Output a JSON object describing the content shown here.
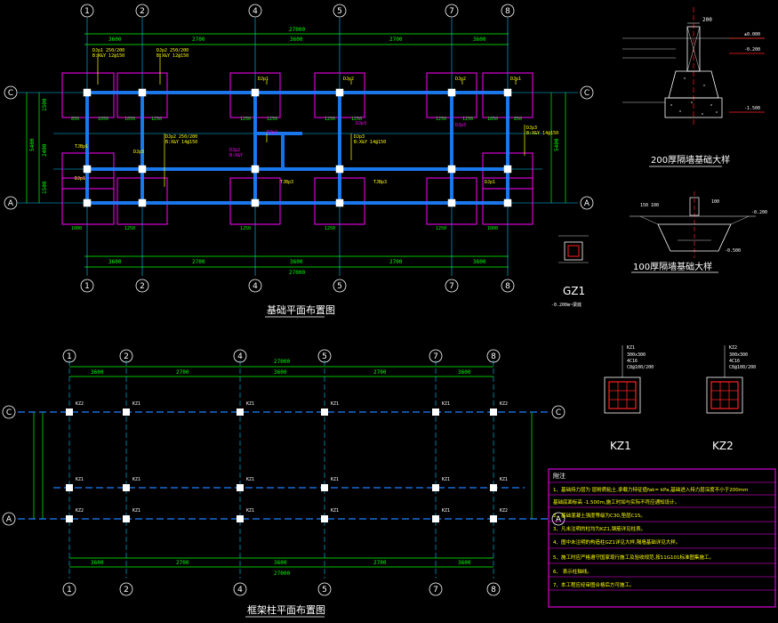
{
  "colors": {
    "bg": "#000000",
    "grid": "#00c8ff",
    "dim": "#00ff00",
    "beam": "#1e7fff",
    "column": "#ffffff",
    "footing": "#ff00ff",
    "note": "#ffff00",
    "axis": "#ffffff",
    "red": "#ff2020",
    "frame": "#ff00ff"
  },
  "foundation_plan": {
    "title": "基础平面布置图",
    "axes_top": [
      "1",
      "2",
      "4",
      "5",
      "7",
      "8"
    ],
    "axes_side": [
      "C",
      "A"
    ],
    "dims_top": [
      "3600",
      "2700",
      "3600",
      "2700",
      "3600"
    ],
    "dim_total": "27000",
    "dims_side": [
      "1500",
      "2400",
      "1500"
    ],
    "dim_side_total": "5400",
    "labels": [
      "DJp1",
      "DJp2",
      "DJp3",
      "DJp2",
      "DJp3",
      "DJp1"
    ]
  },
  "column_plan": {
    "title": "框架柱平面布置图",
    "axes_top": [
      "1",
      "2",
      "4",
      "5",
      "7",
      "8"
    ],
    "axes_side": [
      "C",
      "A"
    ],
    "dims": [
      "3600",
      "2700",
      "3600",
      "2700",
      "3600"
    ],
    "dim_total": "27000",
    "labels_kz1": "KZ1",
    "labels_kz2": "KZ2"
  },
  "detail_200": {
    "title": "200厚隔墙基础大样",
    "wall": "200",
    "levels": [
      "±0.000",
      "-0.200",
      "-1.500"
    ]
  },
  "detail_100": {
    "title": "100厚隔墙基础大样",
    "wall": "100"
  },
  "gz1": {
    "name": "GZ1",
    "caption": "-0.200m~梁底"
  },
  "kz1": {
    "name": "KZ1"
  },
  "kz2": {
    "name": "KZ2"
  },
  "notes": {
    "title": "附注",
    "items": [
      "1、基础持力层为    层粉质粘土,承载力特征值fak=  kPa,基础进入持力层深度不小于200mm",
      "   基础底面标高 -1.500m,施工时如与实际不符应通知设计。",
      "2、基础混凝土强度等级为C30,垫层C15。",
      "3、凡未注明的柱均为KZ1,钢筋详见柱表。",
      "4、图中未注明的构造柱GZ1详见大样,隔墙基础详见大样。",
      "5、施工时应严格遵守国家现行施工及验收规范,按11G101标准图集施工。",
      "6、    表示柱轴线。",
      "7、本工程应经审图合格后方可施工。"
    ]
  }
}
